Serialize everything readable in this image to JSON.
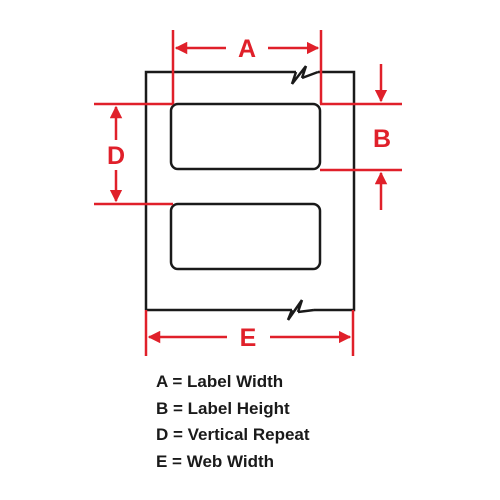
{
  "colors": {
    "dimension": "#e0202a",
    "outline": "#1a1a1a",
    "background": "#ffffff"
  },
  "dimensions": {
    "a": "A",
    "b": "B",
    "d": "D",
    "e": "E"
  },
  "legend": [
    {
      "text": "A = Label Width"
    },
    {
      "text": "B = Label Height"
    },
    {
      "text": "D = Vertical Repeat"
    },
    {
      "text": "E = Web Width"
    }
  ]
}
